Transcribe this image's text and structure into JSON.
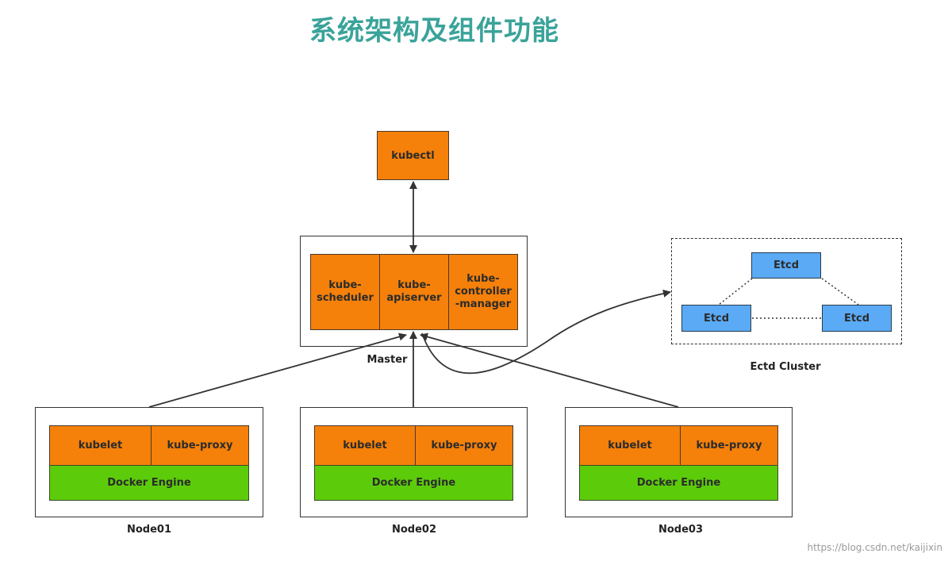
{
  "title": "系统架构及组件功能",
  "kubectl": "kubectl",
  "master": {
    "label": "Master",
    "scheduler": "kube-\nscheduler",
    "apiserver": "kube-\napiserver",
    "controller": "kube-\ncontroller\n-manager"
  },
  "etcd_cluster": {
    "label": "Ectd Cluster",
    "top": "Etcd",
    "left": "Etcd",
    "right": "Etcd"
  },
  "nodes": [
    {
      "label": "Node01",
      "kubelet": "kubelet",
      "proxy": "kube-proxy",
      "engine": "Docker Engine"
    },
    {
      "label": "Node02",
      "kubelet": "kubelet",
      "proxy": "kube-proxy",
      "engine": "Docker Engine"
    },
    {
      "label": "Node03",
      "kubelet": "kubelet",
      "proxy": "kube-proxy",
      "engine": "Docker Engine"
    }
  ],
  "watermark": "https://blog.csdn.net/kaijixin",
  "colors": {
    "title": "#3aa39a",
    "component": "#f5800a",
    "engine": "#5ccc0a",
    "etcd": "#5aaaf5"
  }
}
